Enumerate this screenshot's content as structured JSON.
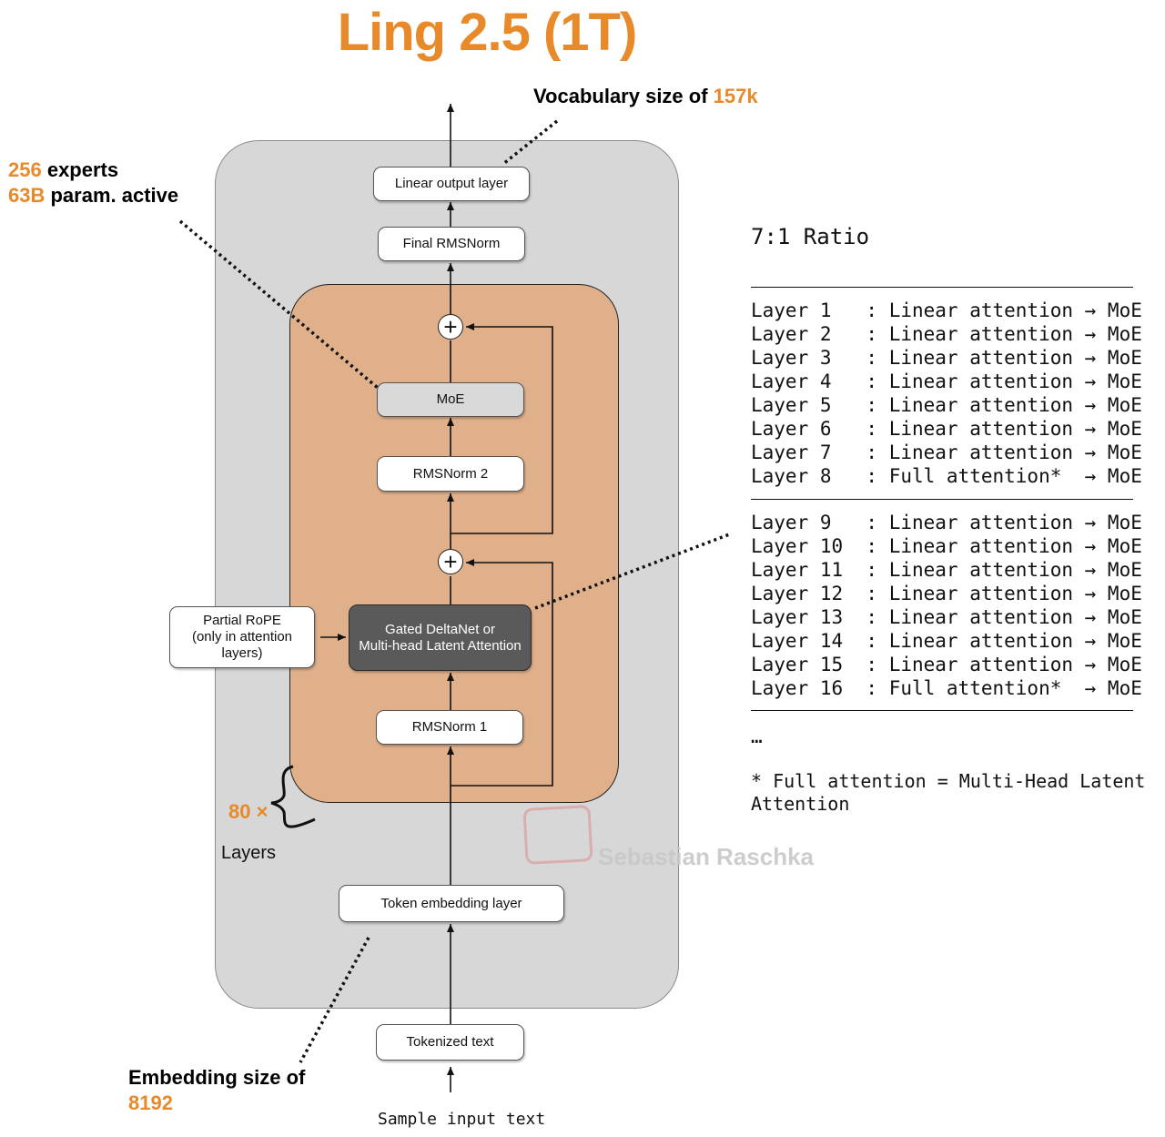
{
  "title": "Ling 2.5 (1T)",
  "annotations": {
    "vocab_prefix": "Vocabulary size of ",
    "vocab_value": "157k",
    "experts_value": "256",
    "experts_label": " experts",
    "active_value": "63B",
    "active_label": " param. active",
    "embedding_label": "Embedding size of",
    "embedding_value": "8192",
    "repeat_value": "80 ×",
    "repeat_label": "Layers"
  },
  "blocks": {
    "linear_output": "Linear output layer",
    "final_norm": "Final RMSNorm",
    "moe": "MoE",
    "rmsnorm2": "RMSNorm 2",
    "attention_line1": "Gated DeltaNet or",
    "attention_line2": "Multi-head Latent Attention",
    "rope_line1": "Partial RoPE",
    "rope_line2": "(only in attention",
    "rope_line3": "layers)",
    "rmsnorm1": "RMSNorm 1",
    "token_embedding": "Token embedding layer",
    "tokenized_text": "Tokenized text",
    "sample_input": "Sample input text"
  },
  "schedule": {
    "heading": "7:1 Ratio",
    "group1": [
      "Layer 1   : Linear attention → MoE",
      "Layer 2   : Linear attention → MoE",
      "Layer 3   : Linear attention → MoE",
      "Layer 4   : Linear attention → MoE",
      "Layer 5   : Linear attention → MoE",
      "Layer 6   : Linear attention → MoE",
      "Layer 7   : Linear attention → MoE",
      "Layer 8   : Full attention*  → MoE"
    ],
    "group2": [
      "Layer 9   : Linear attention → MoE",
      "Layer 10  : Linear attention → MoE",
      "Layer 11  : Linear attention → MoE",
      "Layer 12  : Linear attention → MoE",
      "Layer 13  : Linear attention → MoE",
      "Layer 14  : Linear attention → MoE",
      "Layer 15  : Linear attention → MoE",
      "Layer 16  : Full attention*  → MoE"
    ],
    "ellipsis": "…",
    "footnote_line1": "* Full attention = Multi-Head Latent",
    "footnote_line2": "Attention"
  },
  "watermark": "Sebastian Raschka",
  "colors": {
    "accent": "#e8892a",
    "outer_block": "#d7d7d7",
    "inner_block": "#e0b08b",
    "attention_block": "#5a5a5a"
  }
}
